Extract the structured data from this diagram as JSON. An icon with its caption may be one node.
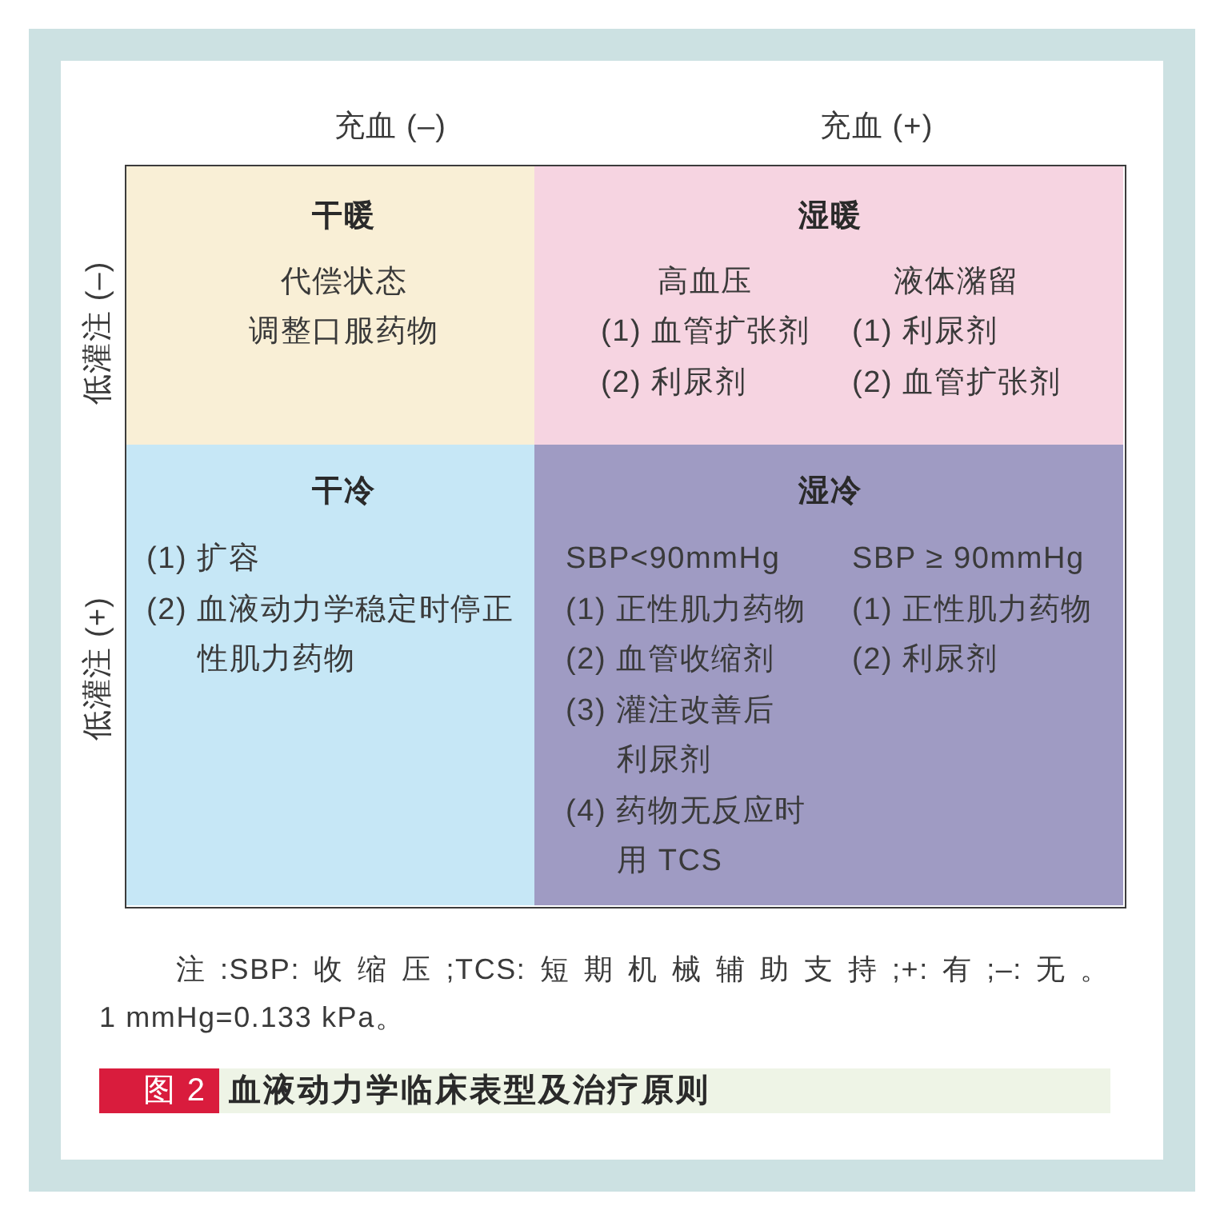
{
  "diagram": {
    "caption": "血液动力学临床表型及治疗原则",
    "nodes": [
      {
        "text": [
          "干暖",
          "代偿状态",
          "调整口服药物"
        ]
      },
      {
        "text": [
          "湿暖",
          "高血压",
          "(1) 血管扩张剂",
          "(2) 利尿剂",
          "液体潴留",
          "(1) 利尿剂",
          "(2) 血管扩张剂"
        ]
      },
      {
        "text": [
          "干冷",
          "(1) 扩容",
          "(2) 血液动力学稳定时停正性肌力药物"
        ]
      },
      {
        "text": [
          "湿冷",
          "SBP<90mmHg",
          "(1) 正性肌力药物",
          "(2) 血管收缩剂",
          "(3) 灌注改善后利尿剂",
          "(4) 药物无反应时用 TCS",
          "SBP ≥ 90mmHg",
          "(1) 正性肌力药物",
          "(2) 利尿剂"
        ]
      }
    ],
    "labels": [
      "充血 (–)",
      "充血 (+)",
      "低灌注 (–)",
      "低灌注 (+)",
      "注:SBP:收缩压;TCS:短期机械辅助支持;+:有;–:无。1 mmHg=0.133 kPa。",
      "图 2"
    ]
  }
}
